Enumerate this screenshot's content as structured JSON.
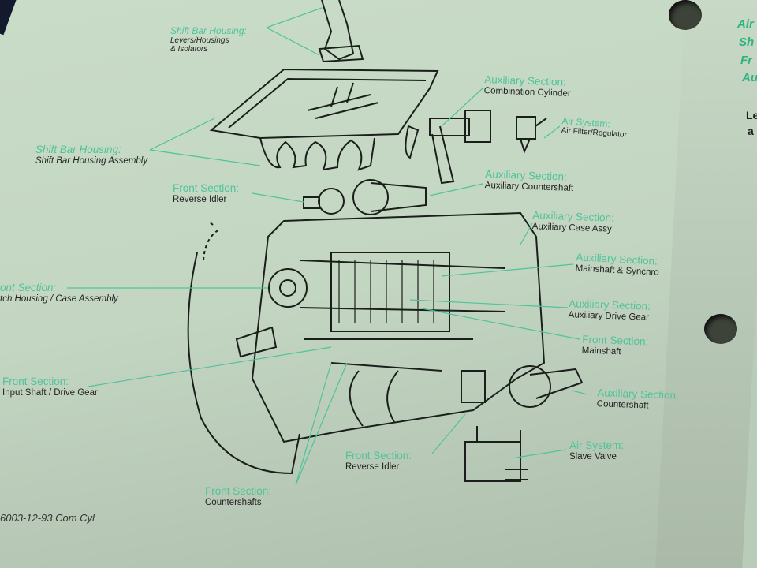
{
  "diagram": {
    "labels": [
      {
        "title": "Shift Bar Housing:",
        "sub": "Levers/Housings",
        "sub2": "& Isolators"
      },
      {
        "title": "Shift Bar Housing:",
        "sub": "Shift Bar Housing Assembly"
      },
      {
        "title": "Front Section:",
        "sub": "Reverse Idler"
      },
      {
        "title": "Auxiliary Section:",
        "sub": "Combination Cylinder"
      },
      {
        "title": "Air System:",
        "sub": "Air Filter/Regulator"
      },
      {
        "title": "Auxiliary Section:",
        "sub": "Auxiliary Countershaft"
      },
      {
        "title": "Auxiliary Section:",
        "sub": "Auxiliary Case Assy"
      },
      {
        "title": "ont Section:",
        "sub": "tch Housing / Case Assembly"
      },
      {
        "title": "Auxiliary Section:",
        "sub": "Mainshaft & Synchro"
      },
      {
        "title": "Auxiliary Section:",
        "sub": "Auxiliary Drive Gear"
      },
      {
        "title": "Front Section:",
        "sub": "Mainshaft"
      },
      {
        "title": "Front Section:",
        "sub": "Input Shaft / Drive Gear"
      },
      {
        "title": "Auxiliary Section:",
        "sub": "Countershaft"
      },
      {
        "title": "Air System:",
        "sub": "Slave Valve"
      },
      {
        "title": "Front Section:",
        "sub": "Reverse Idler"
      },
      {
        "title": "Front Section:",
        "sub": "Countershafts"
      }
    ],
    "footer": "6003-12-93 Com Cyl"
  },
  "right_page": {
    "lines": [
      "Air",
      "Sh",
      "Fr",
      "Au"
    ],
    "body": [
      "Le",
      "a"
    ]
  },
  "colors": {
    "accent": "#4fc39a",
    "paper": "#c5d8c4"
  }
}
